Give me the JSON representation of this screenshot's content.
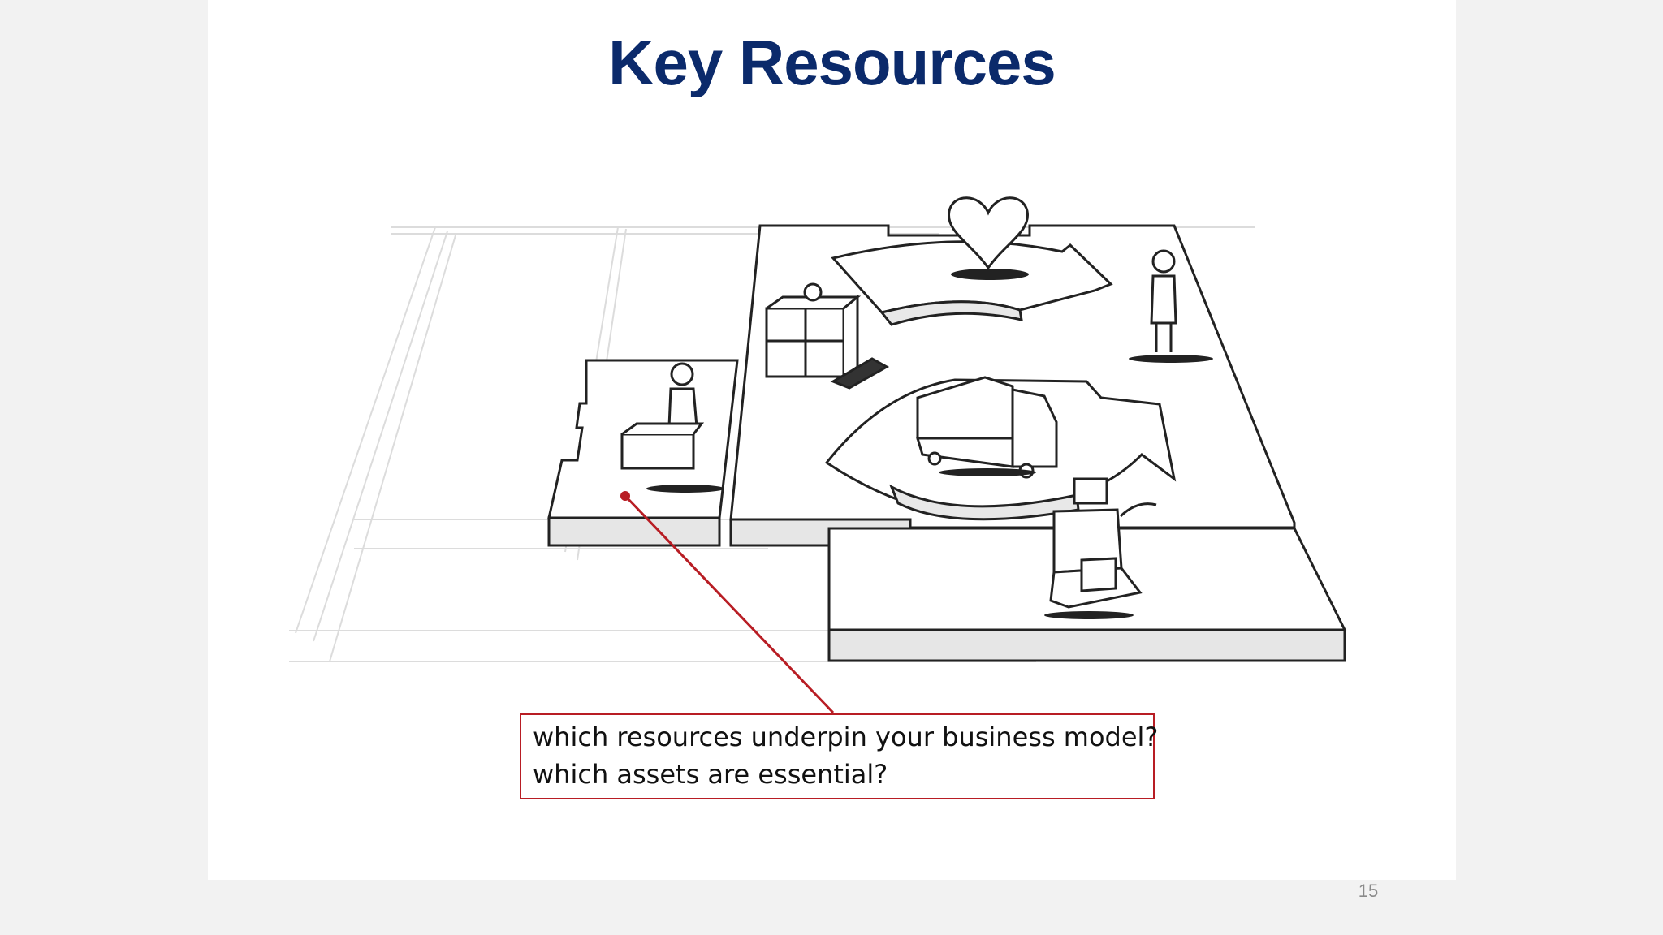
{
  "slide": {
    "title": "Key Resources",
    "callout": {
      "lines": [
        "which resources underpin your business model?",
        "which assets are essential?"
      ],
      "border_color": "#b81d24"
    },
    "page_number": "15"
  },
  "colors": {
    "title": "#0b2a6b",
    "canvas_background": "#f2f2f2",
    "slide_background": "#ffffff"
  },
  "illustration": {
    "icons": [
      "heart-icon",
      "person-standing-icon",
      "gift-box-icon",
      "delivery-truck-icon",
      "cash-register-icon",
      "factory-worker-icon"
    ]
  }
}
